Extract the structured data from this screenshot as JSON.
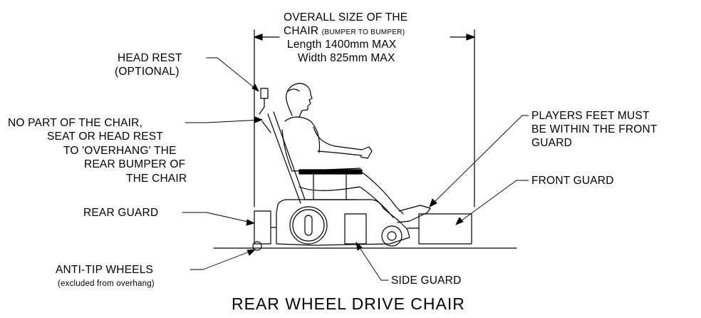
{
  "overall": {
    "line1": "OVERALL SIZE OF THE",
    "line2_main": "CHAIR",
    "line2_small": "(BUMPER TO BUMPER)",
    "line3": "Length 1400mm MAX",
    "line4": "Width 825mm MAX"
  },
  "head_rest": {
    "line1": "HEAD REST",
    "line2": "(OPTIONAL)"
  },
  "overhang_note": {
    "line1": "NO PART OF THE CHAIR,",
    "line2": "SEAT OR HEAD REST",
    "line3": "TO 'OVERHANG' THE",
    "line4": "REAR BUMPER OF",
    "line5": "THE CHAIR"
  },
  "rear_guard": "REAR GUARD",
  "anti_tip": {
    "line1": "ANTI-TIP WHEELS",
    "line2": "(excluded from overhang)"
  },
  "feet_note": {
    "line1": "PLAYERS FEET MUST",
    "line2": "BE WITHIN THE FRONT",
    "line3": "GUARD"
  },
  "front_guard": "FRONT GUARD",
  "side_guard": "SIDE GUARD",
  "title": "REAR WHEEL DRIVE CHAIR"
}
